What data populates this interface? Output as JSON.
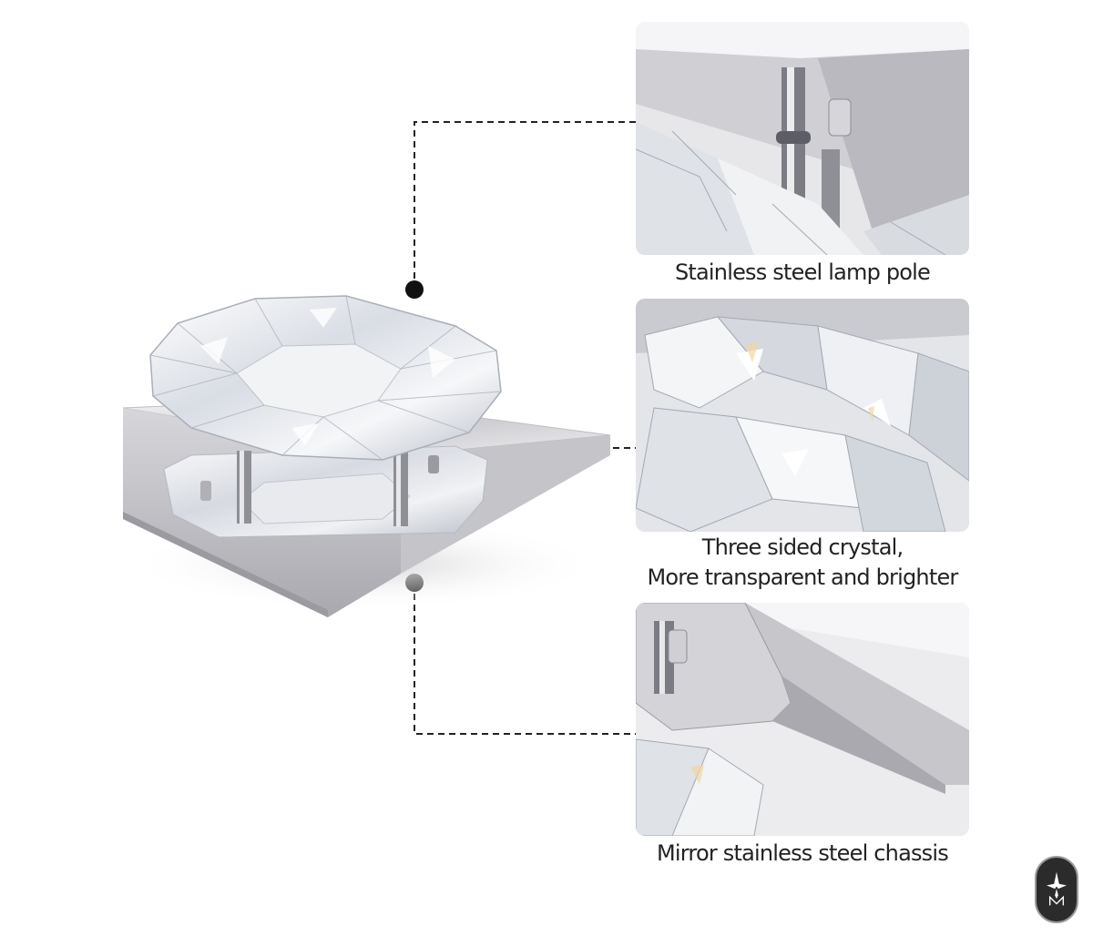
{
  "captions": {
    "pole": "Stainless steel lamp pole",
    "crystal_line1": "Three sided crystal,",
    "crystal_line2": "More transparent and brighter",
    "chassis": "Mirror stainless steel chassis"
  },
  "colors": {
    "background": "#ffffff",
    "caption_text": "#222222",
    "connector": "#222222",
    "steel": "#c8c8cc",
    "crystal": "#e9ecf1",
    "logo_badge": "#2b2b2b"
  },
  "icons": {
    "logo": "brand-logo-icon",
    "connector_dot": "connector-dot-icon"
  }
}
